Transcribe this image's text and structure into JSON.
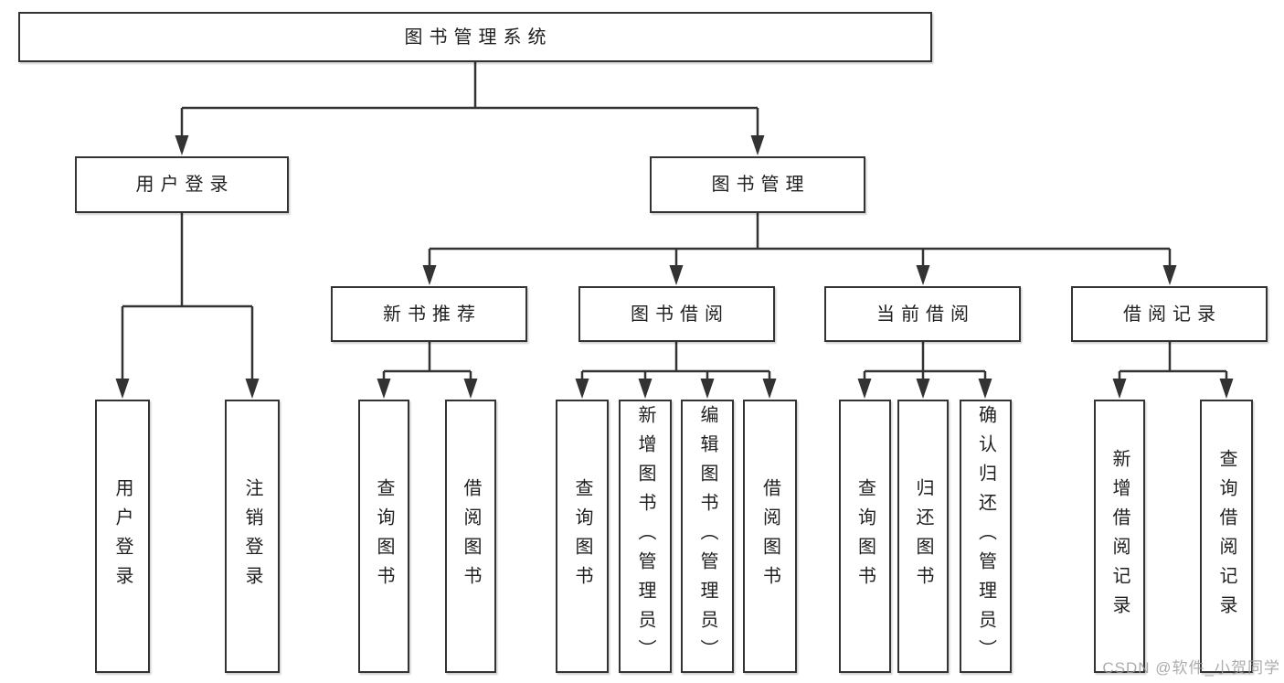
{
  "colors": {
    "line": "#333333",
    "box_border": "#333333",
    "text": "#1f1f1f",
    "watermark": "#9e9e9e",
    "background": "#ffffff"
  },
  "root": {
    "label": "图书管理系统"
  },
  "branches": [
    {
      "label": "用户登录",
      "children": [
        {
          "label": "用户登录"
        },
        {
          "label": "注销登录"
        }
      ]
    },
    {
      "label": "图书管理",
      "children": [
        {
          "label": "新书推荐",
          "children": [
            {
              "label": "查询图书"
            },
            {
              "label": "借阅图书"
            }
          ]
        },
        {
          "label": "图书借阅",
          "children": [
            {
              "label": "查询图书"
            },
            {
              "label": "新增图书（管理员）"
            },
            {
              "label": "编辑图书（管理员）"
            },
            {
              "label": "借阅图书"
            }
          ]
        },
        {
          "label": "当前借阅",
          "children": [
            {
              "label": "查询图书"
            },
            {
              "label": "归还图书"
            },
            {
              "label": "确认归还（管理员）"
            }
          ]
        },
        {
          "label": "借阅记录",
          "children": [
            {
              "label": "新增借阅记录"
            },
            {
              "label": "查询借阅记录"
            }
          ]
        }
      ]
    }
  ],
  "watermark": "CSDN @软件_小贺同学"
}
